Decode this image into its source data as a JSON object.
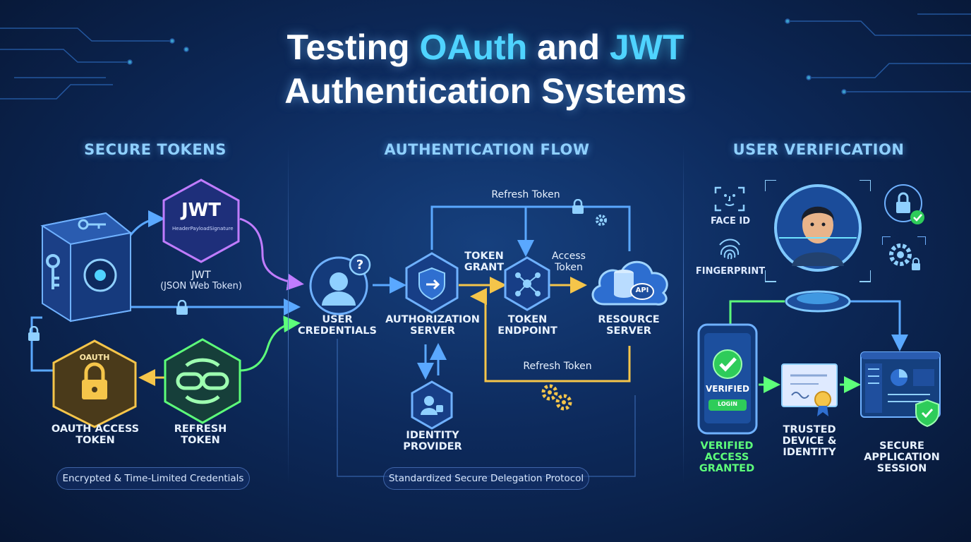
{
  "title": {
    "p1": "Testing ",
    "p2": "OAuth",
    "p3": " and ",
    "p4": "JWT",
    "p5": "Authentication Systems"
  },
  "sections": {
    "tokens": "SECURE TOKENS",
    "flow": "AUTHENTICATION FLOW",
    "verification": "USER VERIFICATION"
  },
  "tokens": {
    "jwt_badge": "JWT",
    "jwt_parts": [
      "Header",
      "Payload",
      "Signature"
    ],
    "jwt_label": "JWT",
    "jwt_sublabel": "(JSON Web Token)",
    "oauth_badge": "OAUTH",
    "oauth_label_1": "OAUTH ACCESS",
    "oauth_label_2": "TOKEN",
    "refresh_label_1": "REFRESH",
    "refresh_label_2": "TOKEN",
    "footer": "Encrypted & Time-Limited Credentials"
  },
  "flow": {
    "user_1": "USER",
    "user_2": "CREDENTIALS",
    "auth_1": "AUTHORIZATION",
    "auth_2": "SERVER",
    "endpoint_1": "TOKEN",
    "endpoint_2": "ENDPOINT",
    "resource_1": "RESOURCE",
    "resource_2": "SERVER",
    "idp_1": "IDENTITY",
    "idp_2": "PROVIDER",
    "grant_1": "TOKEN",
    "grant_2": "GRANT",
    "access_1": "Access",
    "access_2": "Token",
    "refresh_top": "Refresh Token",
    "refresh_bottom": "Refresh Token",
    "api": "API",
    "footer": "Standardized Secure Delegation Protocol"
  },
  "verification": {
    "face_id": "FACE ID",
    "fingerprint": "FINGERPRINT",
    "verified": "VERIFIED",
    "login": "LOGIN",
    "granted_1": "VERIFIED",
    "granted_2": "ACCESS",
    "granted_3": "GRANTED",
    "trusted_1": "TRUSTED",
    "trusted_2": "DEVICE &",
    "trusted_3": "IDENTITY",
    "session_1": "SECURE",
    "session_2": "APPLICATION",
    "session_3": "SESSION"
  },
  "colors": {
    "accent": "#4fd3ff",
    "purple": "#b77cff",
    "gold": "#f5c54a",
    "green": "#5dff7a",
    "blue": "#5aa8ff"
  },
  "icons": [
    "key-icon",
    "safe-icon",
    "lock-icon",
    "user-question-icon",
    "shield-arrow-icon",
    "network-icon",
    "cloud-database-icon",
    "id-user-icon",
    "gear-icon",
    "face-id-icon",
    "fingerprint-icon",
    "checkmark-icon",
    "certificate-icon",
    "dashboard-icon",
    "chain-refresh-icon",
    "avatar"
  ]
}
